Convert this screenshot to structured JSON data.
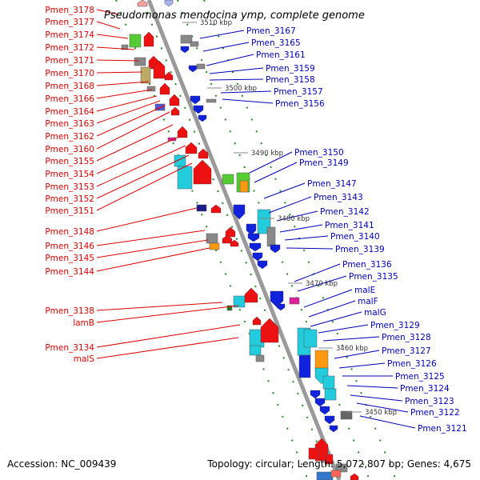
{
  "title": "Pseudomonas mendocina ymp, complete genome",
  "footer": {
    "accession": "Accession: NC_009439",
    "summary": "Topology: circular; Length: 5,072,807 bp; Genes: 4,675"
  },
  "colors": {
    "left_label": "#dd0000",
    "right_label": "#0000bb",
    "backbone": "#9a9a9a",
    "tick": "#228822"
  },
  "ticks": [
    "3510 kbp",
    "3500 kbp",
    "3490 kbp",
    "3480 kbp",
    "3470 kbp",
    "3460 kbp",
    "3450 kbp"
  ],
  "left_genes": [
    "Pmen_3178",
    "Pmen_3177",
    "Pmen_3174",
    "Pmen_3172",
    "Pmen_3171",
    "Pmen_3170",
    "Pmen_3168",
    "Pmen_3166",
    "Pmen_3164",
    "Pmen_3163",
    "Pmen_3162",
    "Pmen_3160",
    "Pmen_3155",
    "Pmen_3154",
    "Pmen_3153",
    "Pmen_3152",
    "Pmen_3151",
    "Pmen_3148",
    "Pmen_3146",
    "Pmen_3145",
    "Pmen_3144",
    "Pmen_3138",
    "lamB",
    "Pmen_3134",
    "malS"
  ],
  "right_genes": [
    "Pmen_3167",
    "Pmen_3165",
    "Pmen_3161",
    "Pmen_3159",
    "Pmen_3158",
    "Pmen_3157",
    "Pmen_3156",
    "Pmen_3150",
    "Pmen_3149",
    "Pmen_3147",
    "Pmen_3143",
    "Pmen_3142",
    "Pmen_3141",
    "Pmen_3140",
    "Pmen_3139",
    "Pmen_3136",
    "Pmen_3135",
    "malE",
    "malF",
    "malG",
    "Pmen_3129",
    "Pmen_3128",
    "Pmen_3127",
    "Pmen_3126",
    "Pmen_3125",
    "Pmen_3124",
    "Pmen_3123",
    "Pmen_3122",
    "Pmen_3121"
  ]
}
